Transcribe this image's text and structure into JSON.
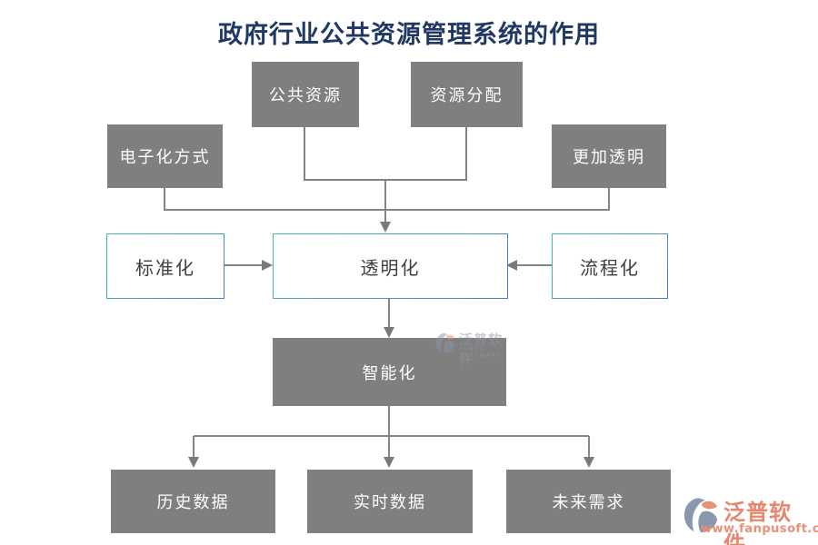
{
  "title": "政府行业公共资源管理系统的作用",
  "nodes": {
    "public_resource": {
      "label": "公共资源"
    },
    "resource_alloc": {
      "label": "资源分配"
    },
    "electronic": {
      "label": "电子化方式"
    },
    "more_transparent": {
      "label": "更加透明"
    },
    "standardization": {
      "label": "标准化"
    },
    "transparency": {
      "label": "透明化"
    },
    "processization": {
      "label": "流程化"
    },
    "intelligence": {
      "label": "智能化"
    },
    "historical_data": {
      "label": "历史数据"
    },
    "realtime_data": {
      "label": "实时数据"
    },
    "future_demand": {
      "label": "未来需求"
    }
  },
  "watermark_center": {
    "brand": "泛普软件",
    "sub": "FANPU SOFTWARE"
  },
  "watermark_corner": {
    "brand": "泛普软件",
    "url": "www.fanpusoft.com"
  },
  "colors": {
    "node_gray": "#7f7f7f",
    "line_gray": "#858585",
    "title_blue": "#1f3864",
    "border_gradient_start": "#41bfa5",
    "border_gradient_end": "#4a7bc4",
    "brand_salmon": "#e8866c",
    "logo_slate": "#8b97ad"
  }
}
